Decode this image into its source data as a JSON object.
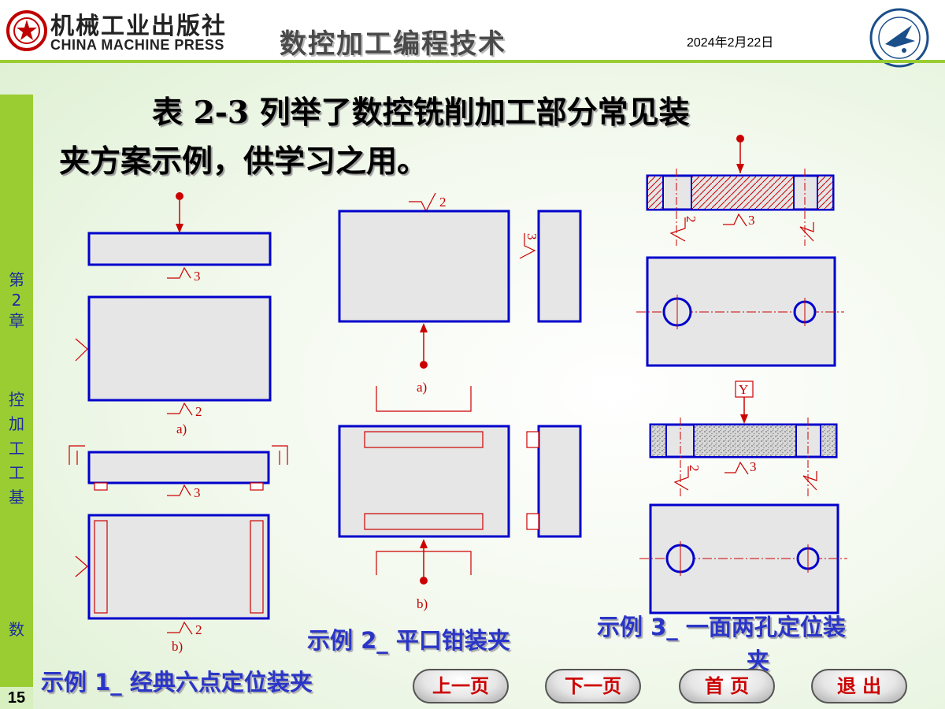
{
  "header": {
    "publisher_cn": "机械工业出版社",
    "publisher_en": "CHINA MACHINE PRESS",
    "course_title": "数控加工编程技术",
    "date": "2024年2月22日"
  },
  "sidebar": {
    "chapter_top": "第2章",
    "chapter_mid": "控加工工基",
    "chapter_bottom": "数",
    "page_number": "15"
  },
  "intro": {
    "line1": "表 2-3 列举了数控铣削加工部分常见装",
    "line2": "夹方案示例，供学习之用。"
  },
  "figure": {
    "ex1_caption_a": "a)",
    "ex1_caption_b": "b)",
    "ex2_caption_a": "a)",
    "ex2_caption_b": "b)",
    "label_2": "2",
    "label_3": "3",
    "label_y": "Y"
  },
  "examples": {
    "ex1": "示例 1_ 经典六点定位装夹",
    "ex2": "示例 2_ 平口钳装夹",
    "ex3_line1": "示例 3_ 一面两孔定位装",
    "ex3_line2": "夹"
  },
  "nav": {
    "prev": "上一页",
    "next": "下一页",
    "home": "首  页",
    "exit": "退  出"
  },
  "colors": {
    "accent_green": "#9acd32",
    "outline_blue": "#0000cc",
    "label_red": "#c00000",
    "example_blue": "#2a35c8"
  }
}
